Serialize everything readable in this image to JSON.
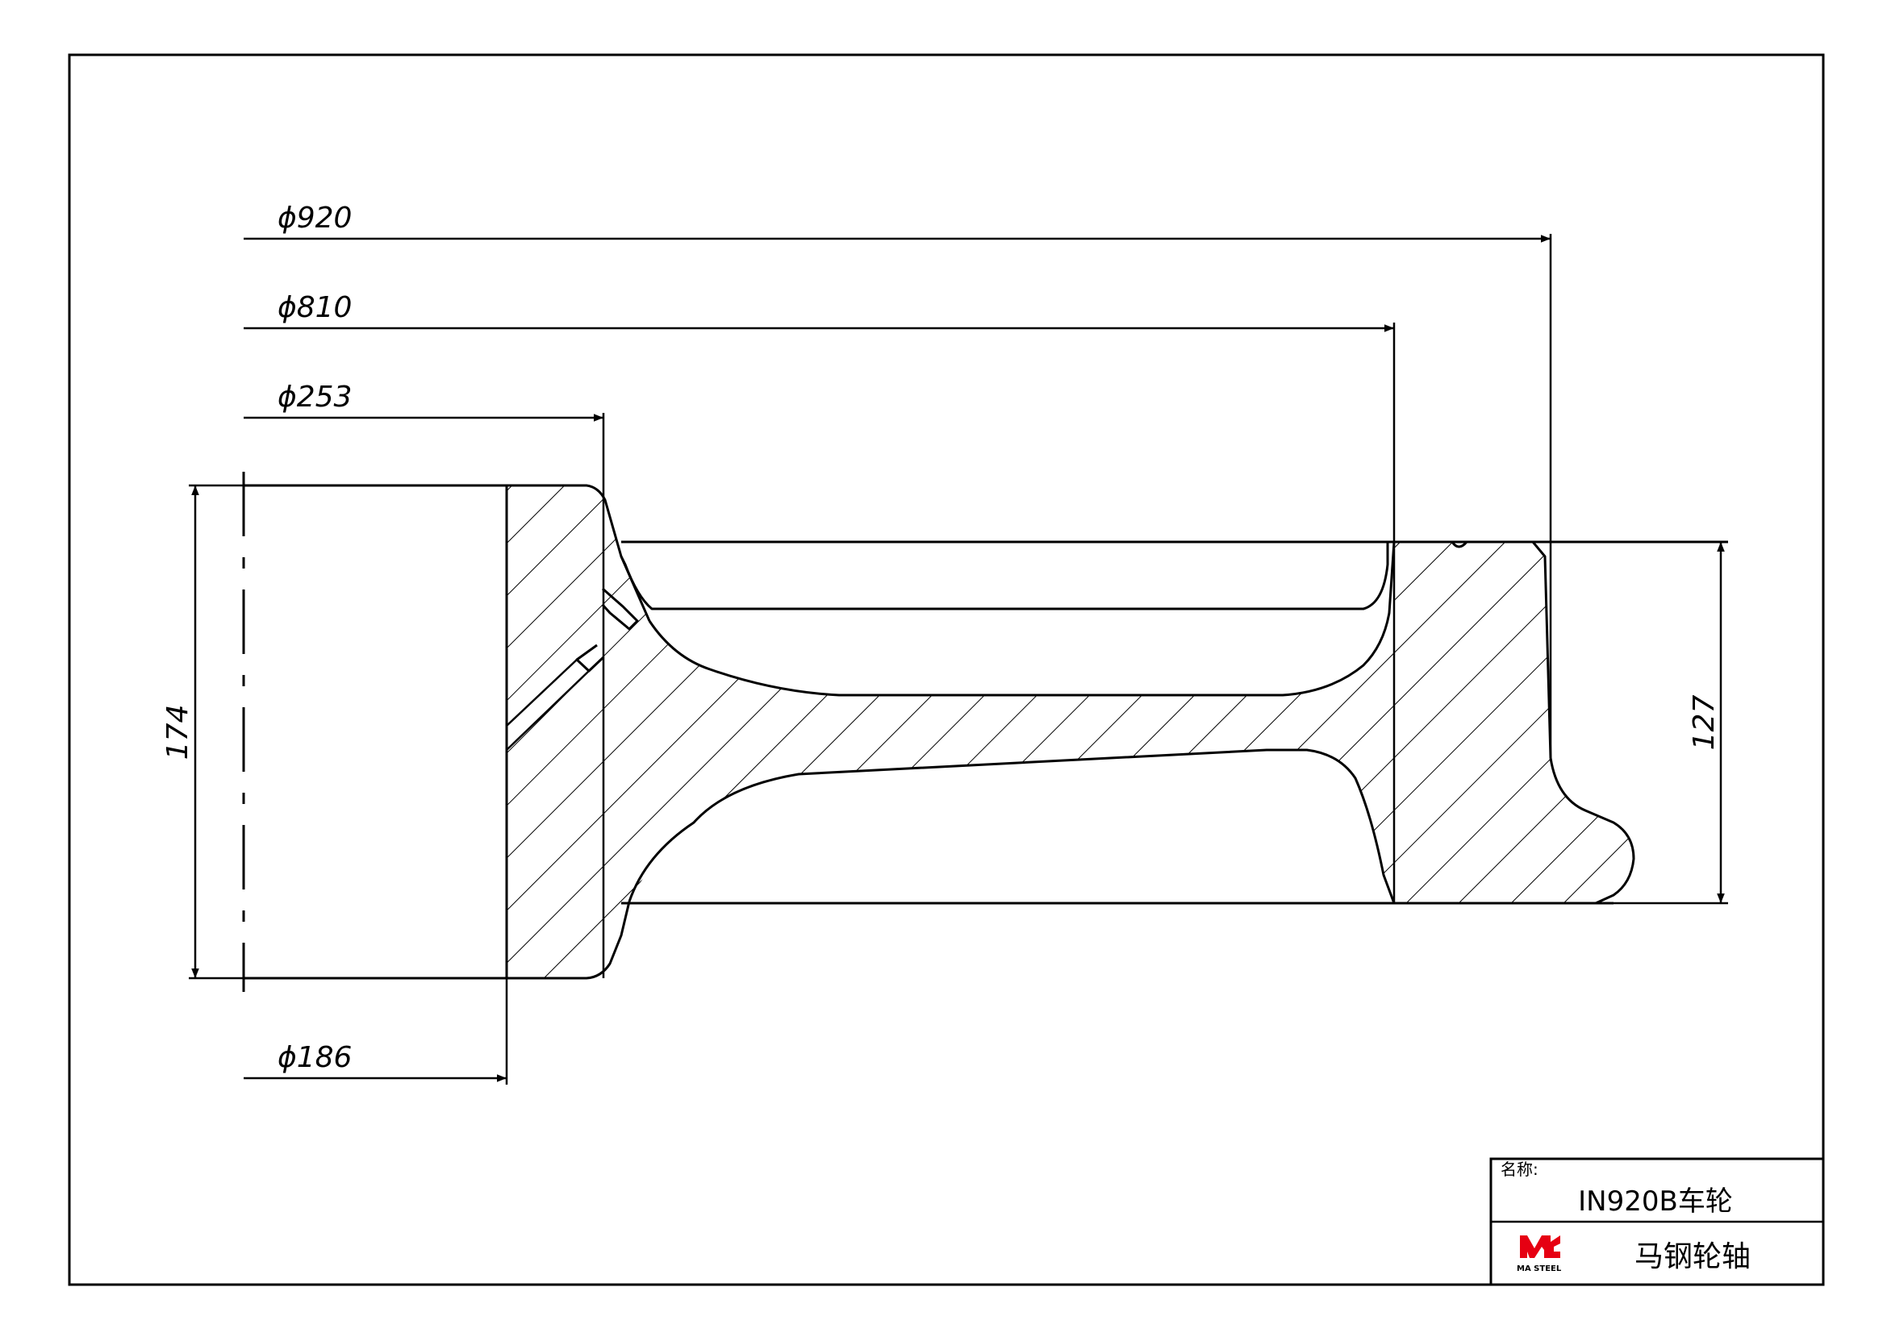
{
  "dimensions": {
    "d920": "ϕ920",
    "d810": "ϕ810",
    "d253": "ϕ253",
    "d186": "ϕ186",
    "h174": "174",
    "h127": "127"
  },
  "title_block": {
    "name_label": "名称:",
    "part_name": "IN920B车轮",
    "company": "马钢轮轴",
    "logo_text": "MA STEEL"
  },
  "colors": {
    "line": "#000000",
    "logo_red": "#e60012",
    "paper": "#ffffff"
  }
}
